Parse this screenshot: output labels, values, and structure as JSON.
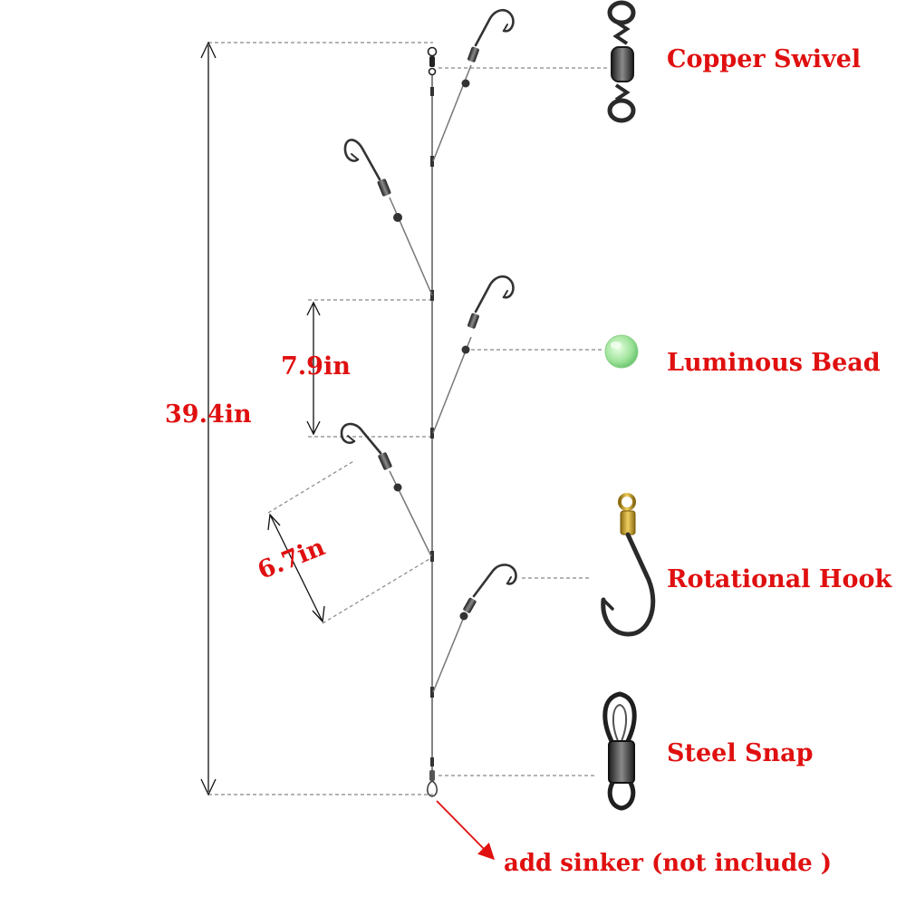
{
  "labels": {
    "copper_swivel": "Copper Swivel",
    "luminous_bead": "Luminous Bead",
    "rotational_hook": "Rotational Hook",
    "steel_snap": "Steel Snap",
    "note": "add sinker (not include )"
  },
  "dimensions": {
    "total_length": "39.4in",
    "branch_spacing": "7.9in",
    "branch_length": "6.7in"
  },
  "colors": {
    "label_red": "#e01010",
    "line_gray": "#777777",
    "bead_green": "#a8e6a0",
    "brass": "#c9a030",
    "metal_dark": "#2a2a2a"
  }
}
